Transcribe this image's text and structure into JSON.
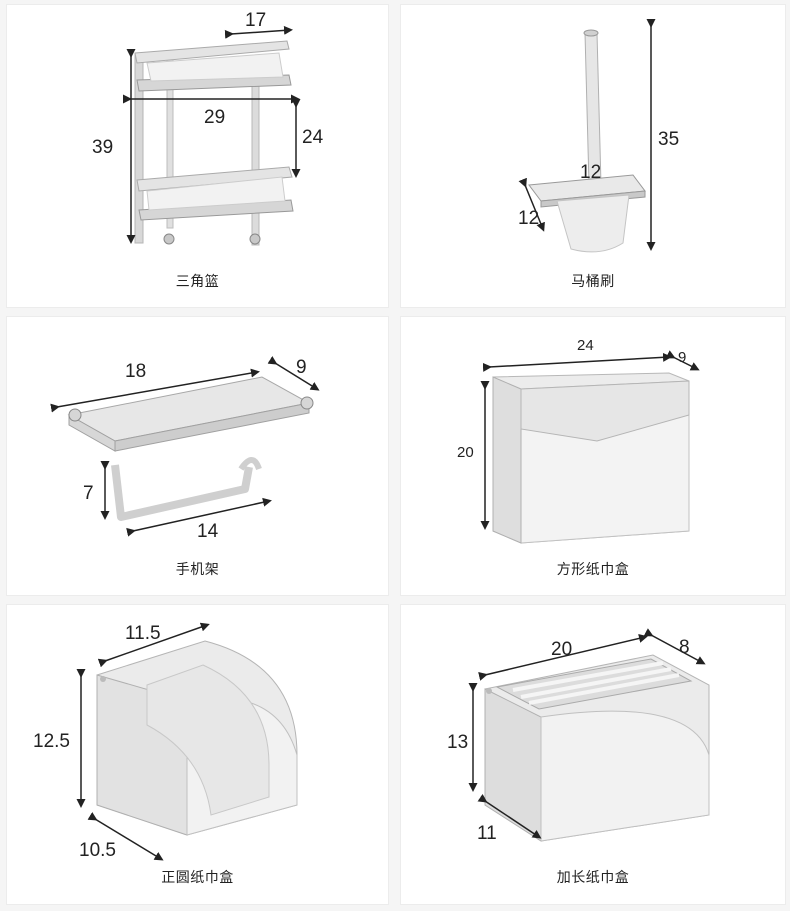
{
  "products": [
    {
      "name": "三角篮",
      "dims": {
        "top": "17",
        "width": "29",
        "height": "39",
        "side": "24"
      }
    },
    {
      "name": "马桶刷",
      "dims": {
        "height": "35",
        "width": "12",
        "depth": "12"
      }
    },
    {
      "name": "手机架",
      "dims": {
        "length": "18",
        "depth": "9",
        "height": "7",
        "bottom": "14"
      }
    },
    {
      "name": "方形纸巾盒",
      "dims": {
        "width": "24",
        "depth": "9",
        "height": "20"
      }
    },
    {
      "name": "正圆纸巾盒",
      "dims": {
        "width": "11.5",
        "height": "12.5",
        "depth": "10.5"
      }
    },
    {
      "name": "加长纸巾盒",
      "dims": {
        "width": "20",
        "depth": "8",
        "height": "13",
        "side": "11"
      }
    }
  ]
}
